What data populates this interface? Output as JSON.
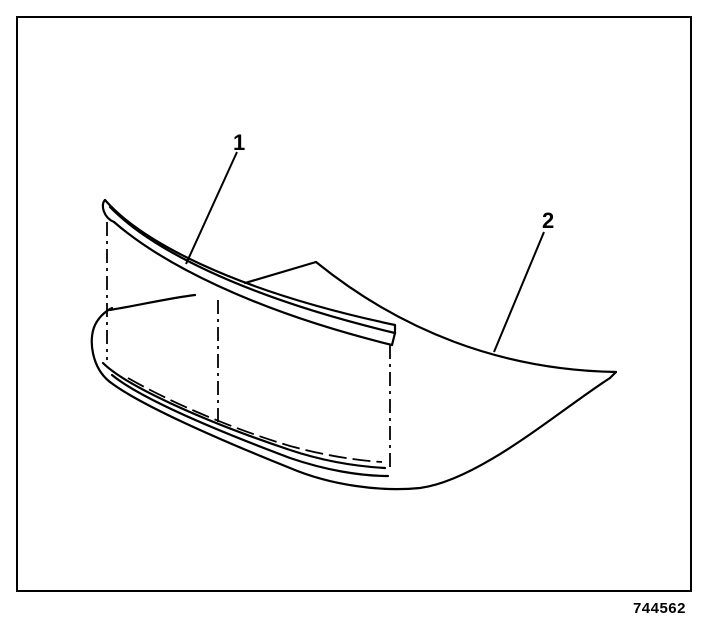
{
  "figure": {
    "callouts": [
      {
        "id": "1"
      },
      {
        "id": "2"
      }
    ],
    "figure_number": "744562"
  }
}
